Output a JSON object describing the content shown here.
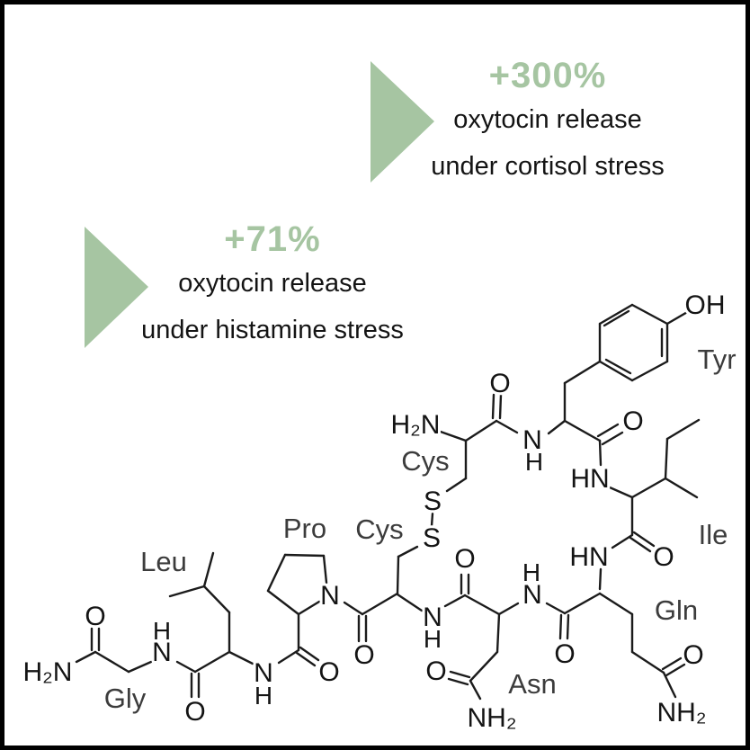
{
  "frame": {
    "border_color": "#000000",
    "background": "#ffffff"
  },
  "annotations": {
    "accent_color": "#a6c5a2",
    "cortisol": {
      "percent": "+300%",
      "line1": "oxytocin release",
      "line2": "under cortisol stress"
    },
    "histamine": {
      "percent": "+71%",
      "line1": "oxytocin release",
      "line2": "under histamine stress"
    }
  },
  "molecule": {
    "residues": {
      "tyr": "Tyr",
      "cys_top": "Cys",
      "cys_mid": "Cys",
      "pro": "Pro",
      "leu": "Leu",
      "gly": "Gly",
      "asn": "Asn",
      "gln": "Gln",
      "ile": "Ile"
    },
    "atoms": {
      "oh": "OH",
      "h2n_cys": "H₂N",
      "s_top": "S",
      "s_bottom": "S",
      "o_cys1": "O",
      "n_cys1_tyr": "N",
      "h_cys1_tyr": "H",
      "o_tyr": "O",
      "hn_tyr_ile": "HN",
      "o_ile": "O",
      "hn_ile_gln": "HN",
      "o_gln_side": "O",
      "nh2_gln": "NH₂",
      "o_gln": "O",
      "n_gln_asn": "N",
      "h_gln_asn": "H",
      "o_asn": "O",
      "n_asn_cys": "N",
      "h_asn_cys": "H",
      "o_asn_side": "O",
      "nh2_asn": "NH₂",
      "o_cys6": "O",
      "n_pro": "N",
      "o_pro": "O",
      "n_pro_leu": "N",
      "h_pro_leu": "H",
      "o_leu": "O",
      "n_leu_gly": "N",
      "h_leu_gly": "H",
      "o_gly": "O",
      "h2n_cterm": "H₂N"
    }
  }
}
